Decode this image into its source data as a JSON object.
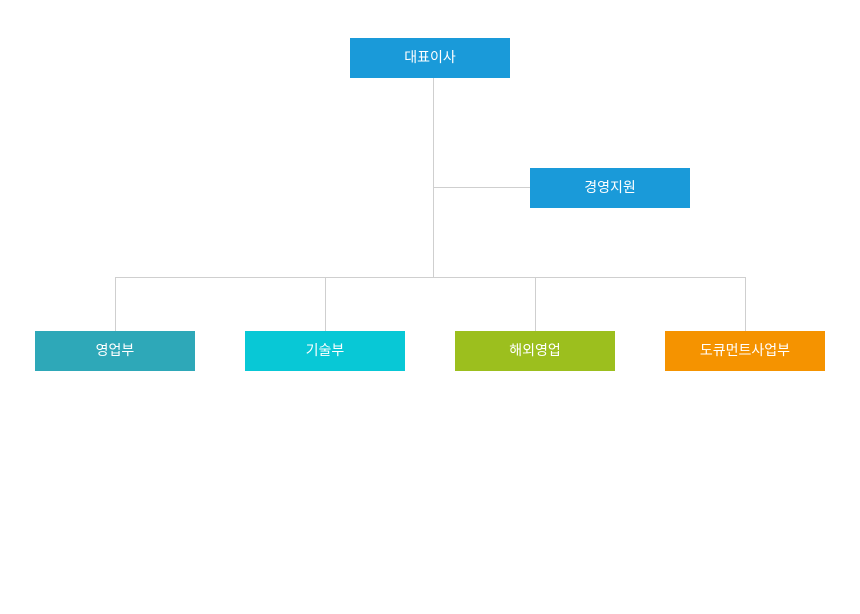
{
  "org_chart": {
    "ceo": {
      "label": "대표이사",
      "color": "#1a9ad9"
    },
    "support": {
      "label": "경영지원",
      "color": "#1a9ad9"
    },
    "departments": [
      {
        "label": "영업부",
        "color": "#2ea8b8"
      },
      {
        "label": "기술부",
        "color": "#08c8d6"
      },
      {
        "label": "해외영업",
        "color": "#9cbf1e"
      },
      {
        "label": "도큐먼트사업부",
        "color": "#f59300"
      }
    ],
    "connector_color": "#cfcfcf"
  }
}
